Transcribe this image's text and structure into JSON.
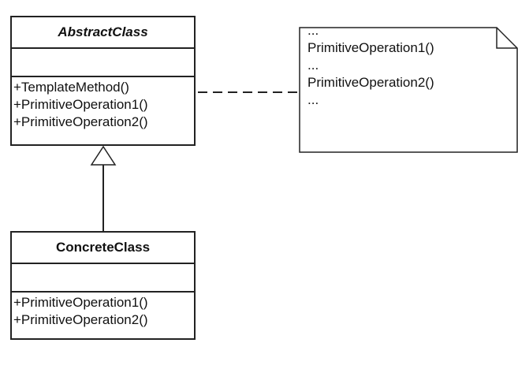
{
  "abstract_class": {
    "name": "AbstractClass",
    "attributes": [],
    "operations": [
      "+TemplateMethod()",
      "+PrimitiveOperation1()",
      "+PrimitiveOperation2()"
    ]
  },
  "concrete_class": {
    "name": "ConcreteClass",
    "attributes": [],
    "operations": [
      "+PrimitiveOperation1()",
      "+PrimitiveOperation2()"
    ]
  },
  "note": {
    "lines": [
      "...",
      "PrimitiveOperation1()",
      "...",
      "PrimitiveOperation2()",
      "..."
    ]
  },
  "colors": {
    "line": "#222222",
    "background": "#ffffff"
  }
}
